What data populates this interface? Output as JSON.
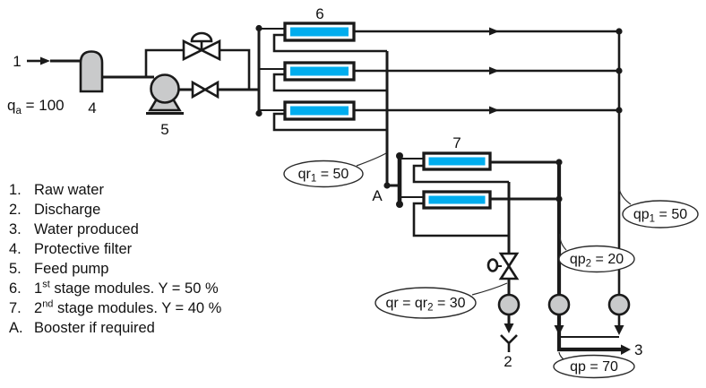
{
  "figure": {
    "description": "Two-stage membrane (reverse osmosis) plant flow diagram",
    "colors": {
      "line": "#1a1a1a",
      "module_fill": "#00adee",
      "equipment_fill": "#c9cacb",
      "background": "#ffffff"
    }
  },
  "diagram_labels": {
    "inlet_number": "1",
    "feed_flow": {
      "base": "q",
      "sub": "a",
      "rest": " = 100"
    },
    "filter_number": "4",
    "pump_number": "5",
    "stage1_number": "6",
    "stage2_number": "7",
    "booster_letter": "A",
    "discharge_number": "2",
    "product_number": "3"
  },
  "callouts": {
    "qr1": {
      "base": "qr",
      "sub": "1",
      "rest": " = 50"
    },
    "qp1": {
      "base": "qp",
      "sub": "1",
      "rest": " = 50"
    },
    "qp2": {
      "base": "qp",
      "sub": "2",
      "rest": " = 20"
    },
    "qr2": {
      "base": "qr = qr",
      "sub": "2",
      "rest": " = 30"
    },
    "qp": {
      "base": "qp = 70",
      "sub": "",
      "rest": ""
    }
  },
  "legend": {
    "items": [
      {
        "num": "1.",
        "pre": "Raw water",
        "sup": "",
        "rest": ""
      },
      {
        "num": "2.",
        "pre": "Discharge",
        "sup": "",
        "rest": ""
      },
      {
        "num": "3.",
        "pre": "Water produced",
        "sup": "",
        "rest": ""
      },
      {
        "num": "4.",
        "pre": "Protective filter",
        "sup": "",
        "rest": ""
      },
      {
        "num": "5.",
        "pre": "Feed pump",
        "sup": "",
        "rest": ""
      },
      {
        "num": "6.",
        "pre": "1",
        "sup": "st",
        "rest": " stage modules. Y = 50 %"
      },
      {
        "num": "7.",
        "pre": "2",
        "sup": "nd",
        "rest": " stage modules. Y = 40 %"
      },
      {
        "num": "A.",
        "pre": "Booster if required",
        "sup": "",
        "rest": ""
      }
    ]
  }
}
